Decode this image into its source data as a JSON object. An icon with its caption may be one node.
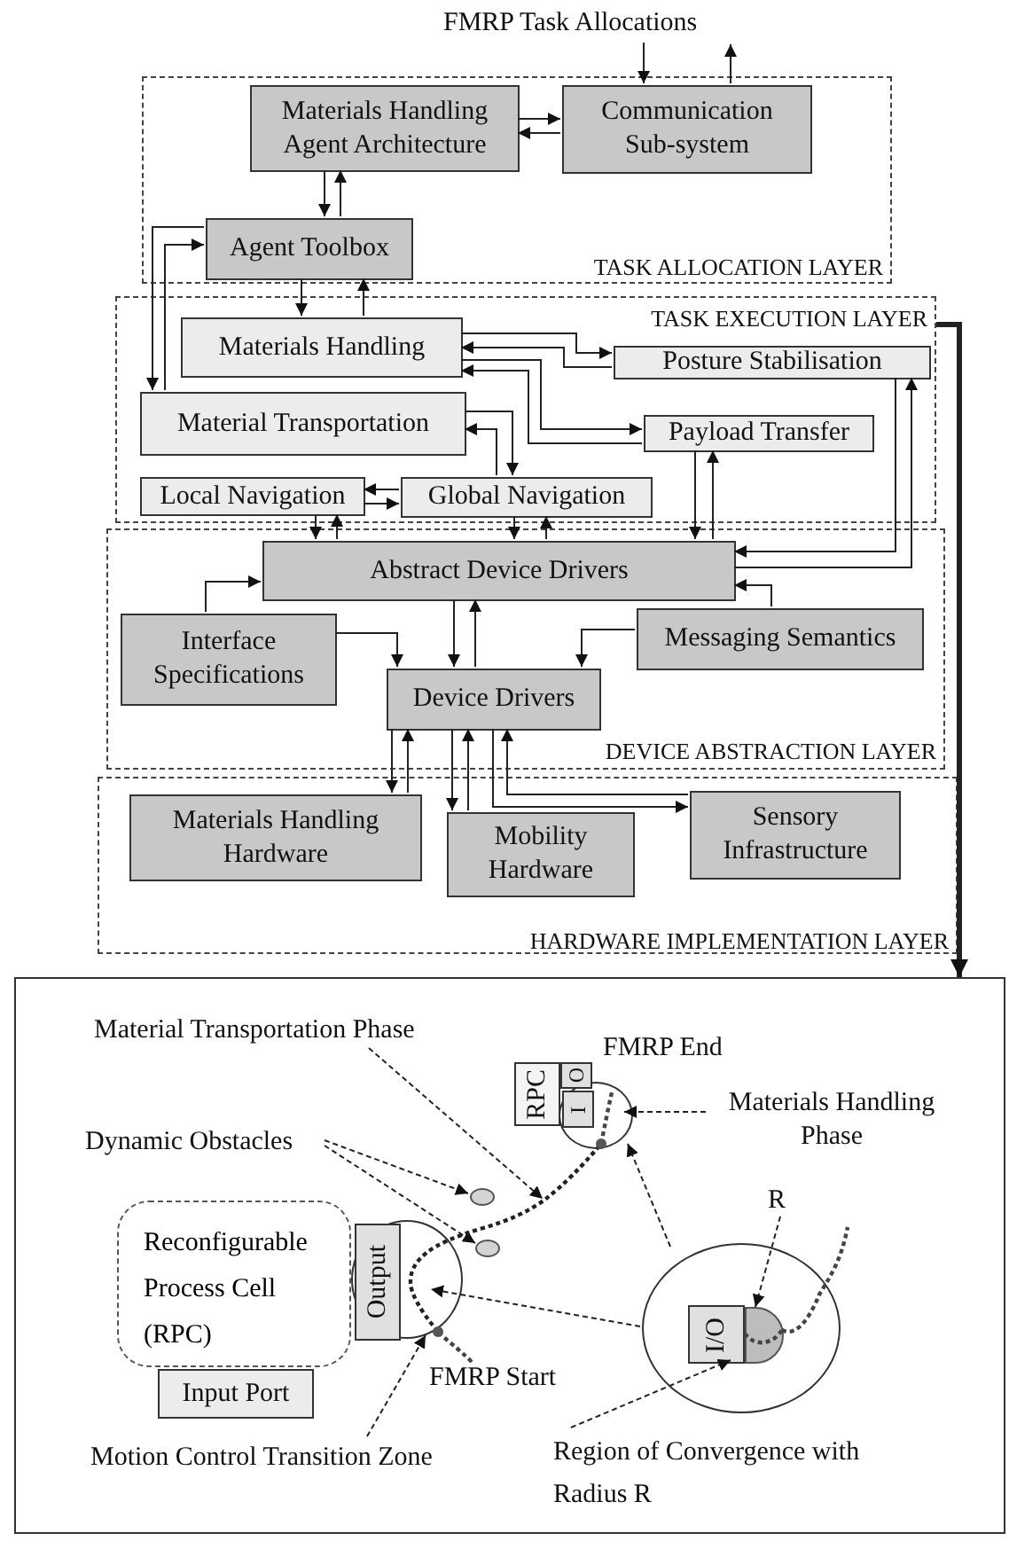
{
  "diagram": {
    "nodes": [
      {
        "text": [
          "FMRP Task Allocations"
        ]
      },
      {
        "text": [
          "TASK ALLOCATION LAYER"
        ]
      },
      {
        "text": [
          "Materials Handling Agent Architecture"
        ],
        "in": 1
      },
      {
        "text": [
          "Communication Sub-system"
        ],
        "in": 1
      },
      {
        "text": [
          "Agent Toolbox"
        ],
        "in": 1
      },
      {
        "text": [
          "TASK EXECUTION LAYER"
        ]
      },
      {
        "text": [
          "Materials Handling"
        ],
        "in": 5
      },
      {
        "text": [
          "Posture Stabilisation"
        ],
        "in": 5
      },
      {
        "text": [
          "Material Transportation"
        ],
        "in": 5
      },
      {
        "text": [
          "Payload Transfer"
        ],
        "in": 5
      },
      {
        "text": [
          "Local Navigation"
        ],
        "in": 5
      },
      {
        "text": [
          "Global Navigation"
        ],
        "in": 5
      },
      {
        "text": [
          "DEVICE ABSTRACTION LAYER"
        ]
      },
      {
        "text": [
          "Abstract Device Drivers"
        ],
        "in": 12
      },
      {
        "text": [
          "Interface Specifications"
        ],
        "in": 12
      },
      {
        "text": [
          "Messaging Semantics"
        ],
        "in": 12
      },
      {
        "text": [
          "Device Drivers"
        ],
        "in": 12
      },
      {
        "text": [
          "HARDWARE IMPLEMENTATION LAYER"
        ]
      },
      {
        "text": [
          "Materials Handling Hardware"
        ],
        "in": 17
      },
      {
        "text": [
          "Mobility Hardware"
        ],
        "in": 17
      },
      {
        "text": [
          "Sensory Infrastructure"
        ],
        "in": 17
      },
      {
        "text": [],
        "shape": "box"
      },
      {
        "text": [
          "Reconfigurable Process Cell (RPC)"
        ],
        "in": 21
      },
      {
        "text": [],
        "shape": "circle",
        "in": 21,
        "beside": [
          "FMRP Start"
        ]
      },
      {
        "text": [
          "Output"
        ],
        "in": 23
      },
      {
        "text": [
          "Input Port"
        ],
        "in": 21
      },
      {
        "text": [
          "RPC"
        ],
        "in": 21
      },
      {
        "text": [],
        "shape": "circle",
        "in": 21,
        "beside": [
          "FMRP End"
        ]
      },
      {
        "text": [
          "I"
        ],
        "in": 27
      },
      {
        "text": [
          "O"
        ],
        "in": 21
      },
      {
        "text": [],
        "shape": "circle",
        "in": 21
      },
      {
        "text": [
          "I/O"
        ],
        "in": 30
      },
      {
        "text": [],
        "shape": "circle",
        "in": 30
      },
      {
        "text": [],
        "shape": "circle",
        "in": 21
      },
      {
        "text": [],
        "shape": "circle",
        "in": 21
      },
      {
        "text": [
          "Material Transportation Phase"
        ],
        "in": 21
      },
      {
        "text": [
          "Dynamic Obstacles"
        ],
        "in": 21
      },
      {
        "text": [
          "Materials Handling Phase"
        ],
        "in": 21
      },
      {
        "text": [
          "R"
        ],
        "in": 21
      },
      {
        "text": [
          "Motion Control Transition Zone"
        ],
        "in": 21
      },
      {
        "text": [
          "Region of Convergence with Radius R"
        ],
        "in": 21
      }
    ],
    "edges": [
      {
        "from": 0,
        "to": 3,
        "arrow": "to"
      },
      {
        "from": 3,
        "to": 0,
        "arrow": "to"
      },
      {
        "from": 2,
        "to": 3,
        "arrow": "to"
      },
      {
        "from": 3,
        "to": 2,
        "arrow": "to"
      },
      {
        "from": 2,
        "to": 4,
        "arrow": "to"
      },
      {
        "from": 4,
        "to": 2,
        "arrow": "to"
      },
      {
        "from": 4,
        "to": 8,
        "arrow": "to"
      },
      {
        "from": 8,
        "to": 4,
        "arrow": "to"
      },
      {
        "from": 4,
        "to": 6,
        "arrow": "to"
      },
      {
        "from": 6,
        "to": 4,
        "arrow": "to"
      },
      {
        "from": 6,
        "to": 7,
        "arrow": "to"
      },
      {
        "from": 7,
        "to": 6,
        "arrow": "to"
      },
      {
        "from": 6,
        "to": 9,
        "arrow": "to"
      },
      {
        "from": 9,
        "to": 6,
        "arrow": "to"
      },
      {
        "from": 8,
        "to": 11,
        "arrow": "to"
      },
      {
        "from": 11,
        "to": 8,
        "arrow": "to"
      },
      {
        "from": 11,
        "to": 10,
        "arrow": "to"
      },
      {
        "from": 10,
        "to": 11,
        "arrow": "to"
      },
      {
        "from": 10,
        "to": 13,
        "arrow": "to"
      },
      {
        "from": 13,
        "to": 10,
        "arrow": "to"
      },
      {
        "from": 11,
        "to": 13,
        "arrow": "to"
      },
      {
        "from": 13,
        "to": 11,
        "arrow": "to"
      },
      {
        "from": 9,
        "to": 13,
        "arrow": "to"
      },
      {
        "from": 13,
        "to": 9,
        "arrow": "to"
      },
      {
        "from": 7,
        "to": 13,
        "arrow": "to"
      },
      {
        "from": 13,
        "to": 7,
        "arrow": "to"
      },
      {
        "from": 14,
        "to": 13,
        "arrow": "to"
      },
      {
        "from": 14,
        "to": 16,
        "arrow": "to"
      },
      {
        "from": 15,
        "to": 13,
        "arrow": "to"
      },
      {
        "from": 15,
        "to": 16,
        "arrow": "to"
      },
      {
        "from": 13,
        "to": 16,
        "arrow": "to"
      },
      {
        "from": 16,
        "to": 13,
        "arrow": "to"
      },
      {
        "from": 16,
        "to": 18,
        "arrow": "to"
      },
      {
        "from": 18,
        "to": 16,
        "arrow": "to"
      },
      {
        "from": 16,
        "to": 19,
        "arrow": "to"
      },
      {
        "from": 19,
        "to": 16,
        "arrow": "to"
      },
      {
        "from": 16,
        "to": 20,
        "arrow": "to"
      },
      {
        "from": 20,
        "to": 16,
        "arrow": "to"
      },
      {
        "from": 5,
        "to": 21,
        "arrow": "to",
        "style": "thick"
      },
      {
        "from": 30,
        "to": 23,
        "arrow": "to",
        "style": "dashed"
      },
      {
        "from": 30,
        "to": 27,
        "arrow": "to",
        "style": "dashed"
      },
      {
        "from": 35,
        "to": null,
        "arrow": "to",
        "style": "dashed"
      },
      {
        "from": 36,
        "to": 33,
        "arrow": "to",
        "style": "dashed"
      },
      {
        "from": 36,
        "to": 34,
        "arrow": "to",
        "style": "dashed"
      },
      {
        "from": 37,
        "to": 27,
        "arrow": "to",
        "style": "dashed"
      },
      {
        "from": 38,
        "to": 32,
        "arrow": "to",
        "style": "dashed"
      },
      {
        "from": 39,
        "to": 23,
        "arrow": "to",
        "style": "dashed"
      },
      {
        "from": 40,
        "to": 30,
        "arrow": "to",
        "style": "dashed"
      },
      {
        "from": 23,
        "to": 27,
        "arrow": "none",
        "style": "dashed"
      }
    ]
  }
}
